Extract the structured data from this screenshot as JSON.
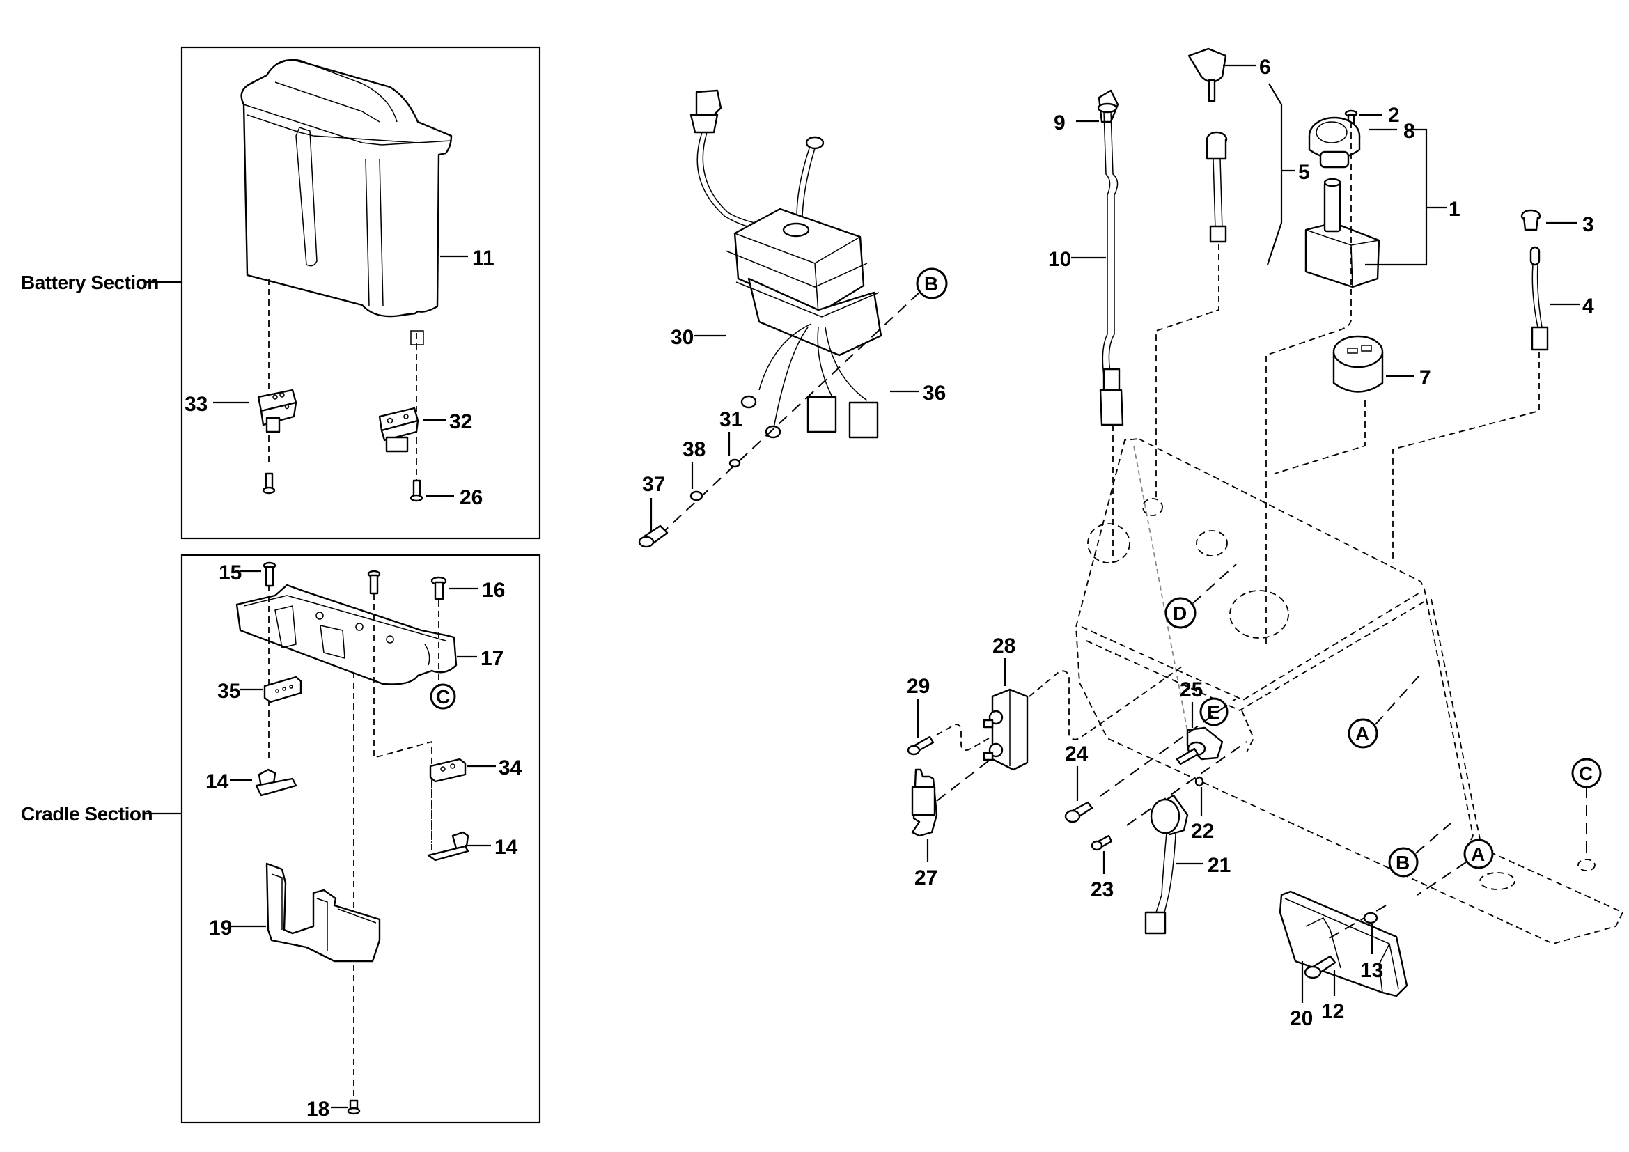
{
  "sections": {
    "battery": "Battery Section",
    "cradle": "Cradle Section"
  },
  "callouts": {
    "p1": "1",
    "p2": "2",
    "p3": "3",
    "p4": "4",
    "p5": "5",
    "p6": "6",
    "p7": "7",
    "p8": "8",
    "p9": "9",
    "p10": "10",
    "p11": "11",
    "p12": "12",
    "p13": "13",
    "p14a": "14",
    "p14b": "14",
    "p15": "15",
    "p16": "16",
    "p17": "17",
    "p18": "18",
    "p19": "19",
    "p20": "20",
    "p21": "21",
    "p22": "22",
    "p23": "23",
    "p24": "24",
    "p25": "25",
    "p26": "26",
    "p27": "27",
    "p28": "28",
    "p29": "29",
    "p30": "30",
    "p31": "31",
    "p32": "32",
    "p33": "33",
    "p34": "34",
    "p35": "35",
    "p36": "36",
    "p37": "37",
    "p38": "38"
  },
  "references": {
    "a1": "A",
    "a2": "A",
    "b1": "B",
    "b2": "B",
    "c1": "C",
    "c2": "C",
    "d": "D",
    "e": "E"
  }
}
